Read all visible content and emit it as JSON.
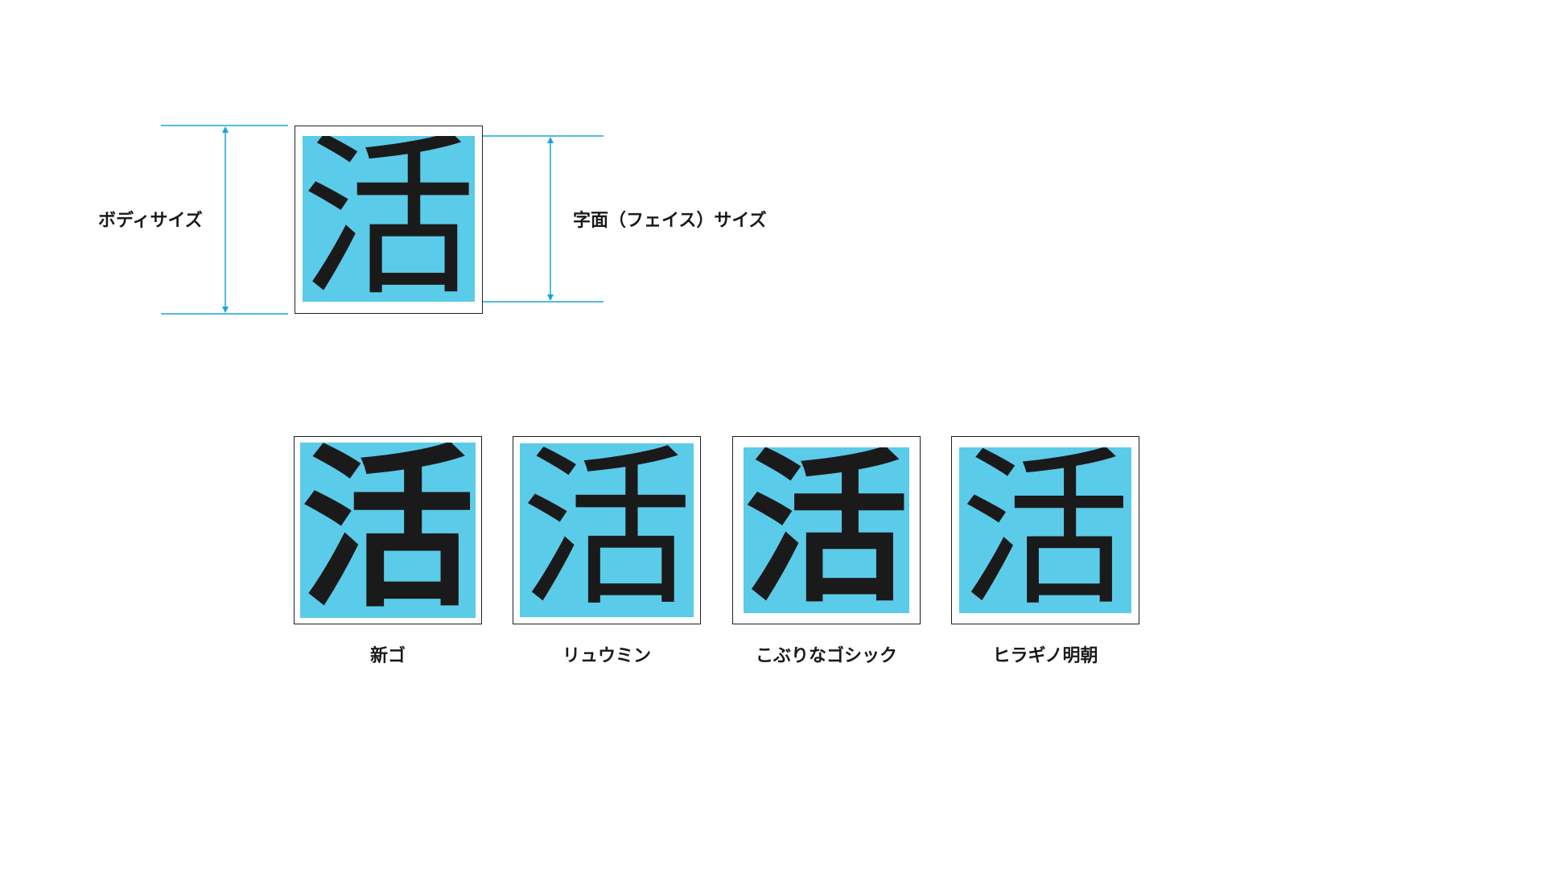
{
  "diagram": {
    "body_size_label": "ボディサイズ",
    "face_size_label": "字面（フェイス）サイズ",
    "glyph": "活"
  },
  "samples": [
    {
      "glyph": "活",
      "caption": "新ゴ",
      "style": "sans"
    },
    {
      "glyph": "活",
      "caption": "リュウミン",
      "style": "serif"
    },
    {
      "glyph": "活",
      "caption": "こぶりなゴシック",
      "style": "sans"
    },
    {
      "glyph": "活",
      "caption": "ヒラギノ明朝",
      "style": "serif"
    }
  ],
  "colors": {
    "face_fill": "#5bcbea",
    "dimension_line": "#1ba3d9",
    "box_border": "#231f20",
    "glyph": "#1a1a1a"
  }
}
